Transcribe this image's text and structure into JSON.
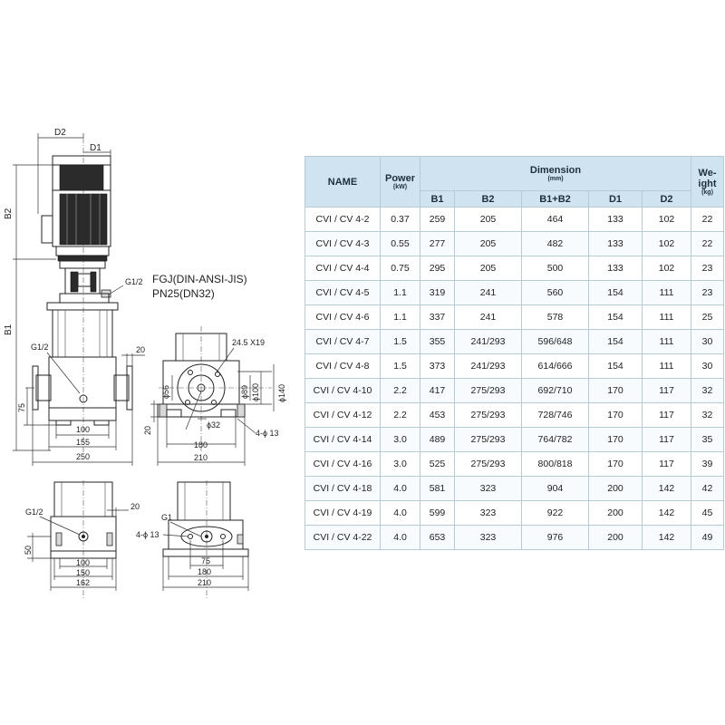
{
  "drawing": {
    "front": {
      "d2": "D2",
      "d1": "D1",
      "b2": "B2",
      "b1": "B1",
      "flange_standard": "FGJ(DIN-ANSI-JIS)",
      "flange_pressure": "PN25(DN32)",
      "port_top": "G1/2",
      "port_bottom": "G1/2",
      "dim_20": "20",
      "dim_75": "75",
      "dim_100": "100",
      "dim_155": "155",
      "dim_250": "250"
    },
    "side": {
      "slot": "24.5 X19",
      "dim_56": "ϕ56",
      "dim_89": "ϕ89",
      "dim_100": "ϕ100",
      "dim_140": "ϕ140",
      "dim_32": "ϕ32",
      "holes": "4-ϕ 13",
      "dim_20": "20",
      "dim_180": "180",
      "dim_210": "210"
    },
    "front_small": {
      "port": "G1/2",
      "dim_20": "20",
      "dim_50": "50",
      "dim_100": "100",
      "dim_150": "150",
      "dim_162": "162"
    },
    "side_small": {
      "port": "G1",
      "holes": "4-ϕ 13",
      "dim_75": "75",
      "dim_180": "180",
      "dim_210": "210"
    }
  },
  "table": {
    "headers": {
      "name": "NAME",
      "power": "Power",
      "power_unit": "(kW)",
      "dimension": "Dimension",
      "dimension_unit": "(mm)",
      "weight_1": "We-",
      "weight_2": "ight",
      "weight_unit": "(kg)",
      "b1": "B1",
      "b2": "B2",
      "b1b2": "B1+B2",
      "d1": "D1",
      "d2": "D2"
    },
    "rows": [
      {
        "name": "CVI / CV 4-2",
        "power": "0.37",
        "b1": "259",
        "b2": "205",
        "b1b2": "464",
        "d1": "133",
        "d2": "102",
        "weight": "22"
      },
      {
        "name": "CVI / CV 4-3",
        "power": "0.55",
        "b1": "277",
        "b2": "205",
        "b1b2": "482",
        "d1": "133",
        "d2": "102",
        "weight": "22"
      },
      {
        "name": "CVI / CV 4-4",
        "power": "0.75",
        "b1": "295",
        "b2": "205",
        "b1b2": "500",
        "d1": "133",
        "d2": "102",
        "weight": "23"
      },
      {
        "name": "CVI / CV 4-5",
        "power": "1.1",
        "b1": "319",
        "b2": "241",
        "b1b2": "560",
        "d1": "154",
        "d2": "111",
        "weight": "23"
      },
      {
        "name": "CVI / CV 4-6",
        "power": "1.1",
        "b1": "337",
        "b2": "241",
        "b1b2": "578",
        "d1": "154",
        "d2": "111",
        "weight": "25"
      },
      {
        "name": "CVI / CV 4-7",
        "power": "1.5",
        "b1": "355",
        "b2": "241/293",
        "b1b2": "596/648",
        "d1": "154",
        "d2": "111",
        "weight": "30"
      },
      {
        "name": "CVI / CV 4-8",
        "power": "1.5",
        "b1": "373",
        "b2": "241/293",
        "b1b2": "614/666",
        "d1": "154",
        "d2": "111",
        "weight": "30"
      },
      {
        "name": "CVI / CV 4-10",
        "power": "2.2",
        "b1": "417",
        "b2": "275/293",
        "b1b2": "692/710",
        "d1": "170",
        "d2": "117",
        "weight": "32"
      },
      {
        "name": "CVI / CV 4-12",
        "power": "2.2",
        "b1": "453",
        "b2": "275/293",
        "b1b2": "728/746",
        "d1": "170",
        "d2": "117",
        "weight": "32"
      },
      {
        "name": "CVI / CV 4-14",
        "power": "3.0",
        "b1": "489",
        "b2": "275/293",
        "b1b2": "764/782",
        "d1": "170",
        "d2": "117",
        "weight": "35"
      },
      {
        "name": "CVI / CV 4-16",
        "power": "3.0",
        "b1": "525",
        "b2": "275/293",
        "b1b2": "800/818",
        "d1": "170",
        "d2": "117",
        "weight": "39"
      },
      {
        "name": "CVI / CV 4-18",
        "power": "4.0",
        "b1": "581",
        "b2": "323",
        "b1b2": "904",
        "d1": "200",
        "d2": "142",
        "weight": "42"
      },
      {
        "name": "CVI / CV 4-19",
        "power": "4.0",
        "b1": "599",
        "b2": "323",
        "b1b2": "922",
        "d1": "200",
        "d2": "142",
        "weight": "45"
      },
      {
        "name": "CVI / CV 4-22",
        "power": "4.0",
        "b1": "653",
        "b2": "323",
        "b1b2": "976",
        "d1": "200",
        "d2": "142",
        "weight": "49"
      }
    ]
  }
}
